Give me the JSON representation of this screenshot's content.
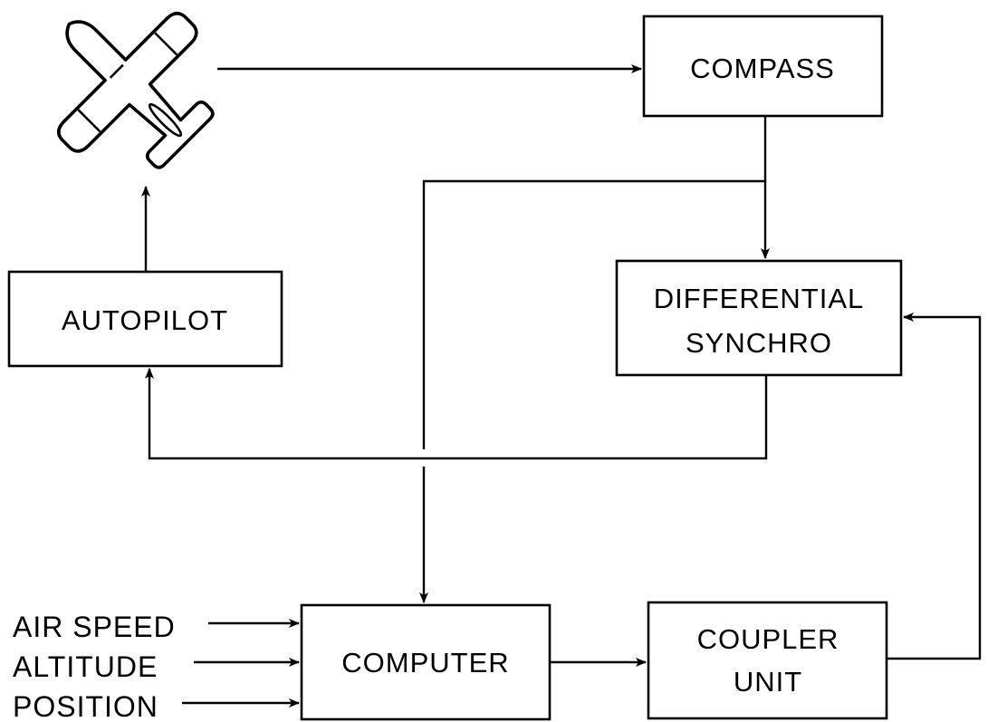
{
  "blocks": {
    "compass": {
      "lines": [
        "COMPASS"
      ]
    },
    "autopilot": {
      "lines": [
        "AUTOPILOT"
      ]
    },
    "differential_synchro": {
      "lines": [
        "DIFFERENTIAL",
        "SYNCHRO"
      ]
    },
    "computer": {
      "lines": [
        "COMPUTER"
      ]
    },
    "coupler_unit": {
      "lines": [
        "COUPLER",
        "UNIT"
      ]
    }
  },
  "inputs": [
    "AIR SPEED",
    "ALTITUDE",
    "POSITION"
  ],
  "icons": {
    "aircraft": "airplane-icon"
  },
  "colors": {
    "ink": "#000000",
    "paper": "#ffffff"
  }
}
